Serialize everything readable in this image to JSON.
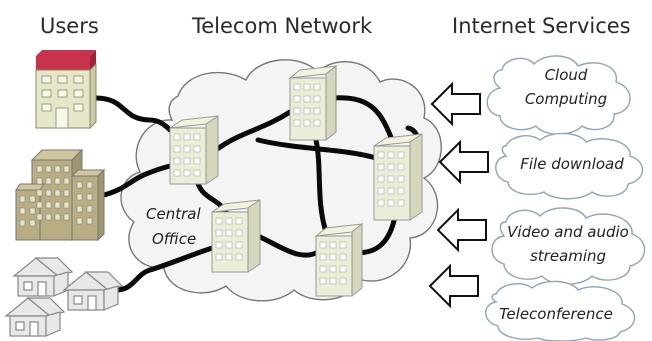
{
  "headers": {
    "users": "Users",
    "network": "Telecom Network",
    "services": "Internet Services"
  },
  "central_office": [
    "Central",
    "Office"
  ],
  "services": [
    {
      "lines": [
        "Cloud",
        "Computing"
      ]
    },
    {
      "lines": [
        "File download"
      ]
    },
    {
      "lines": [
        "Video and audio",
        "streaming"
      ]
    },
    {
      "lines": [
        "Teleconference"
      ]
    }
  ],
  "colors": {
    "roof": "#c8324a",
    "building_face": "#e6e7c8",
    "building_side": "#c9cba6",
    "tower_face": "#b8ad83",
    "house_stroke": "#888888"
  }
}
